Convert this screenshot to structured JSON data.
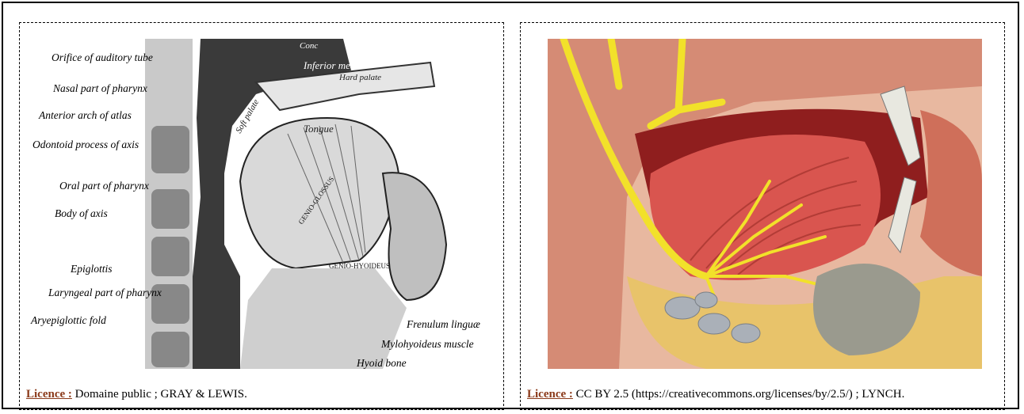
{
  "left_panel": {
    "labels": [
      "Orifice of auditory tube",
      "Nasal part of pharynx",
      "Anterior arch of atlas",
      "Odontoid process of axis",
      "Oral part of pharynx",
      "Body of axis",
      "Epiglottis",
      "Laryngeal part of pharynx",
      "Aryepiglottic fold",
      "Frenulum linguæ",
      "Mylohyoideus muscle",
      "Hyoid bone"
    ],
    "art_labels": [
      "Conc",
      "Inferior meatus",
      "Hard palate",
      "Soft palate",
      "Tongue",
      "GENIO-GLOSSUS",
      "GENIO-HYOIDEUS"
    ],
    "caption_label": "Licence :",
    "caption_text": "Domaine public ; GRAY & LEWIS."
  },
  "right_panel": {
    "caption_label": "Licence :",
    "caption_text": "CC BY 2.5 (https://creativecommons.org/licenses/by/2.5/) ; LYNCH."
  }
}
